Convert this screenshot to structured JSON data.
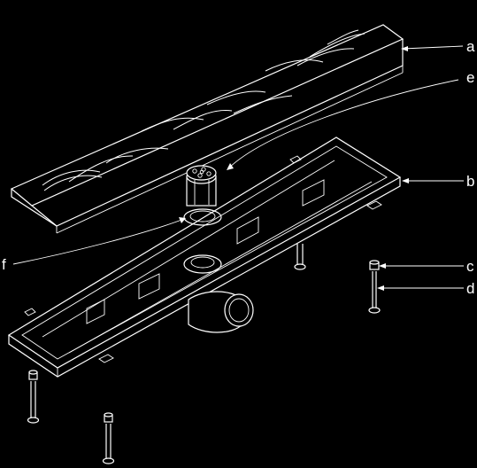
{
  "diagram": {
    "background": "#000000",
    "stroke": "#ffffff",
    "labels": {
      "a": "a",
      "b": "b",
      "c": "c",
      "d": "d",
      "e": "e",
      "f": "f"
    },
    "parts": [
      "grate-cover",
      "drain-channel",
      "leveling-nut",
      "leveling-foot",
      "hair-trap",
      "seal-ring"
    ]
  }
}
